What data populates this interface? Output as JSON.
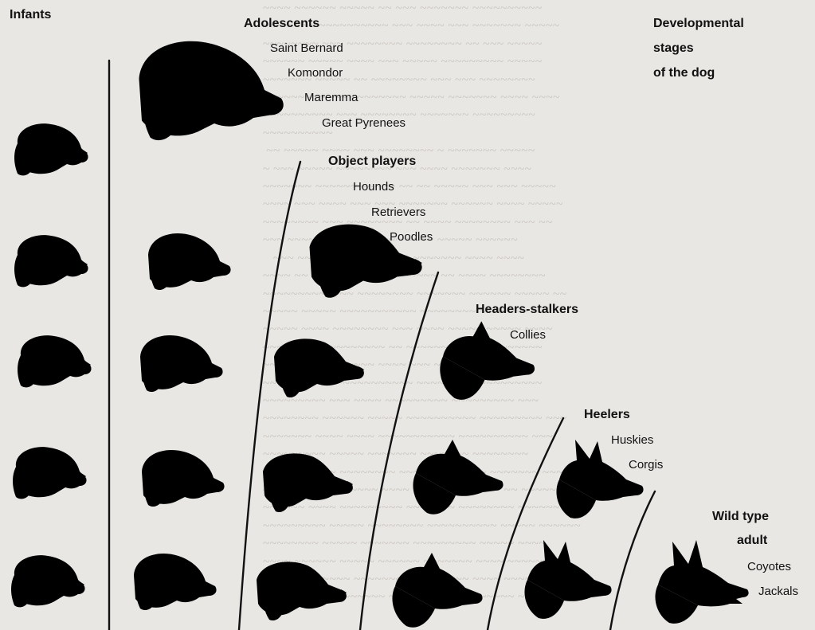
{
  "title": {
    "line1": "Developmental",
    "line2": "stages",
    "line3": "of the dog"
  },
  "stages": [
    {
      "id": "infants",
      "heading": "Infants",
      "breeds": []
    },
    {
      "id": "adolescents",
      "heading": "Adolescents",
      "breeds": [
        "Saint Bernard",
        "Komondor",
        "Maremma",
        "Great Pyrenees"
      ]
    },
    {
      "id": "object-players",
      "heading": "Object players",
      "breeds": [
        "Hounds",
        "Retrievers",
        "Poodles"
      ]
    },
    {
      "id": "headers-stalkers",
      "heading": "Headers-stalkers",
      "breeds": [
        "Collies"
      ]
    },
    {
      "id": "heelers",
      "heading": "Heelers",
      "breeds": [
        "Huskies",
        "Corgis"
      ]
    },
    {
      "id": "wild-type",
      "heading": "Wild type",
      "heading2": "adult",
      "breeds": [
        "Coyotes",
        "Jackals"
      ]
    }
  ],
  "colors": {
    "ink": "#111111",
    "paper": "#e9e7e4",
    "bleed": "#c9c5c0"
  },
  "icons": {
    "infant": "puppy-head-icon",
    "adolescent": "floppy-ear-head-icon",
    "object": "hound-head-icon",
    "header": "collie-head-icon",
    "heeler": "pricked-ear-head-icon",
    "wild": "wolf-head-icon"
  }
}
